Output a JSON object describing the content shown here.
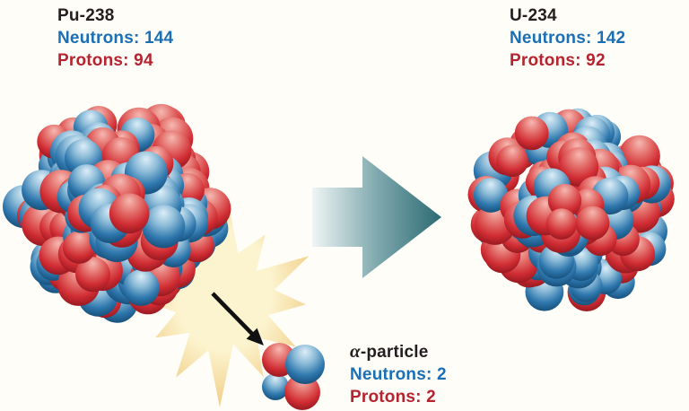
{
  "labels": {
    "parent": {
      "name": "Pu-238",
      "neutrons": "Neutrons: 144",
      "protons": "Protons: 94"
    },
    "daughter": {
      "name": "U-234",
      "neutrons": "Neutrons: 142",
      "protons": "Protons: 92"
    },
    "alpha": {
      "symbol": "α",
      "suffix": "-particle",
      "neutrons": "Neutrons: 2",
      "protons": "Protons: 2"
    }
  },
  "colors": {
    "background": "#fffdf8",
    "isotope_name_text": "#231f20",
    "neutron_text": "#1b6fb4",
    "proton_text": "#b5242f",
    "neutron_sphere": {
      "light": "#ddeef8",
      "mid_light": "#8dbcd8",
      "mid": "#2e77ad",
      "dark": "#0d3f66"
    },
    "proton_sphere": {
      "light": "#f6b9b2",
      "mid_light": "#e4716d",
      "mid": "#d02c33",
      "dark": "#801118"
    },
    "starburst": {
      "inner": "#fcf4cf",
      "outer": "#eec475"
    },
    "reaction_arrow": {
      "light": "#f0f5f5",
      "mid": "#7fa9ae",
      "dark": "#2d6a73"
    },
    "ejection_arrow": "#111111"
  },
  "icons": {
    "reaction_arrow": "right-block-arrow",
    "ejection_arrow": "down-right-arrow",
    "starburst": "explosion-star"
  }
}
